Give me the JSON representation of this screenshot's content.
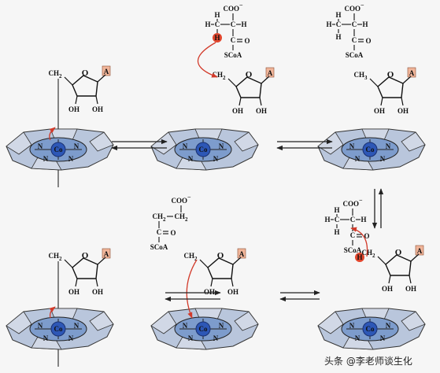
{
  "colors": {
    "porphyrin_fill": "#b9c6dc",
    "porphyrin_inner": "#7d9ccc",
    "cobalt": "#2d57b6",
    "adenine_box": "#f0b59a",
    "h_highlight": "#e2462d",
    "red_arrow": "#d23a2a"
  },
  "labels": {
    "adenine": "A",
    "ch2": "CH",
    "ch2_sub": "2",
    "ch3": "CH",
    "ch3_sub": "3",
    "oh": "OH",
    "o": "O",
    "n": "N",
    "co": "Co",
    "h": "H",
    "c": "C",
    "coo": "COO",
    "coo_charge": "−",
    "scoa": "SCoA",
    "double_bond_o": "O"
  },
  "watermark": "头条 @李老师谈生化"
}
